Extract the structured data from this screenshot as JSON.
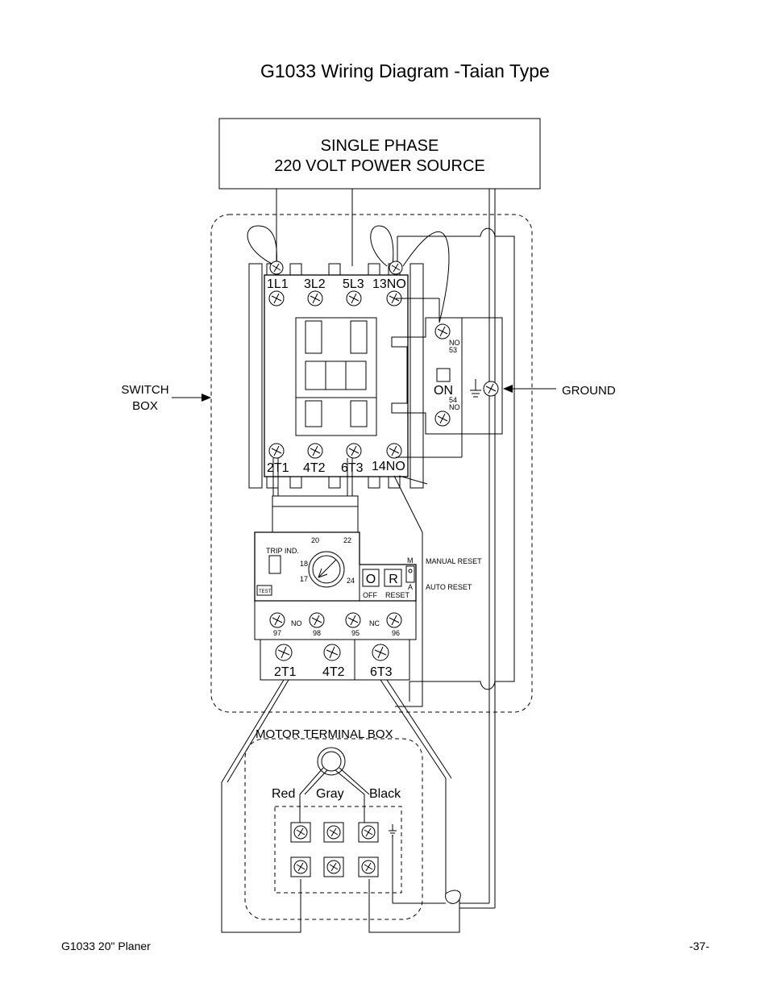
{
  "title": "G1033 Wiring Diagram -Taian Type",
  "power_source": {
    "line1": "SINGLE PHASE",
    "line2": "220 VOLT POWER SOURCE"
  },
  "callouts": {
    "switch_box_line1": "SWITCH",
    "switch_box_line2": "BOX",
    "ground": "GROUND"
  },
  "contactor": {
    "top_terminals": [
      "1L1",
      "3L2",
      "5L3",
      "13NO"
    ],
    "bottom_terminals": [
      "2T1",
      "4T2",
      "6T3",
      "14NO"
    ],
    "aux": {
      "no53_a": "NO",
      "no53_b": "53",
      "on_label": "ON",
      "no54_a": "54",
      "no54_b": "NO"
    }
  },
  "overload_relay": {
    "trip_ind": "TRIP IND.",
    "test": "TEST",
    "dial": [
      "20",
      "22",
      "18",
      "17",
      "24"
    ],
    "off_btn": "O",
    "reset_btn": "R",
    "off_label": "OFF",
    "reset_label": "RESET",
    "m": "M",
    "a": "A",
    "manual_reset": "MANUAL RESET",
    "auto_reset": "AUTO RESET",
    "aux_no": "NO",
    "aux_nc": "NC",
    "aux_numbers": [
      "97",
      "98",
      "95",
      "96"
    ],
    "load_terminals": [
      "2T1",
      "4T2",
      "6T3"
    ]
  },
  "motor_box": {
    "label": "MOTOR TERMINAL BOX",
    "wires": [
      "Red",
      "Gray",
      "Black"
    ]
  },
  "footer": {
    "left": "G1033 20\" Planer",
    "right": "-37-"
  }
}
